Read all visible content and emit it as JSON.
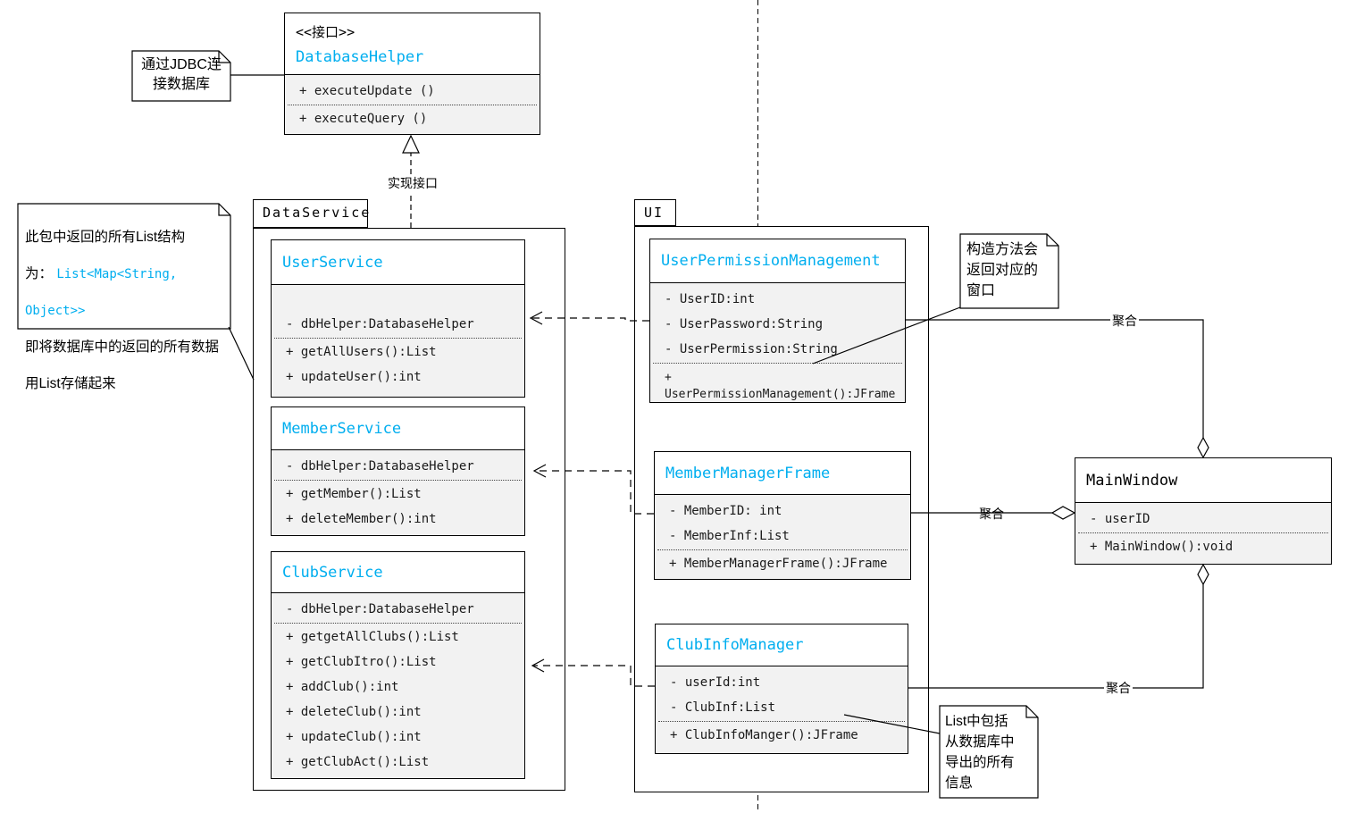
{
  "colors": {
    "accent_title": "#00AEEF",
    "class_body_fill": "#f2f2f2",
    "border": "#000000",
    "note_fill": "#ffffff"
  },
  "packages": {
    "dataService": {
      "name": "DataService"
    },
    "ui": {
      "name": "UI"
    }
  },
  "classes": {
    "databaseHelper": {
      "stereotype": "<<接口>>",
      "name": "DatabaseHelper",
      "section1": [
        "+ executeUpdate ()"
      ],
      "section2": [
        "+ executeQuery ()"
      ]
    },
    "userService": {
      "name": "UserService",
      "section1": [
        "- dbHelper:DatabaseHelper"
      ],
      "section2": [
        "+ getAllUsers():List",
        "+ updateUser():int"
      ]
    },
    "memberService": {
      "name": "MemberService",
      "section1": [
        "- dbHelper:DatabaseHelper"
      ],
      "section2": [
        "+ getMember():List",
        "+ deleteMember():int"
      ]
    },
    "clubService": {
      "name": "ClubService",
      "section1": [
        "- dbHelper:DatabaseHelper"
      ],
      "section2": [
        "+ getgetAllClubs():List",
        "+ getClubItro():List",
        "+ addClub():int",
        "+ deleteClub():int",
        "+ updateClub():int",
        "+ getClubAct():List"
      ]
    },
    "userPermissionManagement": {
      "name": "UserPermissionManagement",
      "section1": [
        "- UserID:int",
        "- UserPassword:String",
        "- UserPermission:String"
      ],
      "section2": [
        "+\nUserPermissionManagement():JFrame"
      ]
    },
    "memberManagerFrame": {
      "name": "MemberManagerFrame",
      "section1": [
        "- MemberID: int",
        "- MemberInf:List"
      ],
      "section2": [
        "+ MemberManagerFrame():JFrame"
      ]
    },
    "clubInfoManager": {
      "name": "ClubInfoManager",
      "section1": [
        "- userId:int",
        "- ClubInf:List"
      ],
      "section2": [
        "+ ClubInfoManger():JFrame"
      ]
    },
    "mainWindow": {
      "name": "MainWindow",
      "section1": [
        "- userID"
      ],
      "section2": [
        "+ MainWindow():void"
      ]
    }
  },
  "notes": {
    "jdbc": {
      "text": "通过JDBC连\n接数据库"
    },
    "pkgList": {
      "line1": "此包中返回的所有List结构",
      "line2_black": "为： ",
      "line2_cyan": "List<Map<String,",
      "line3_cyan": "Object>>",
      "line4": "即将数据库中的返回的所有数据",
      "line5": "用List存储起来"
    },
    "constructor": {
      "text": "构造方法会\n返回对应的\n窗口"
    },
    "listInfo": {
      "text": "List中包括\n从数据库中\n导出的所有\n信息"
    }
  },
  "edge_labels": {
    "realize": "实现接口",
    "agg_top": "聚合",
    "agg_mid": "聚合",
    "agg_bottom": "聚合"
  }
}
